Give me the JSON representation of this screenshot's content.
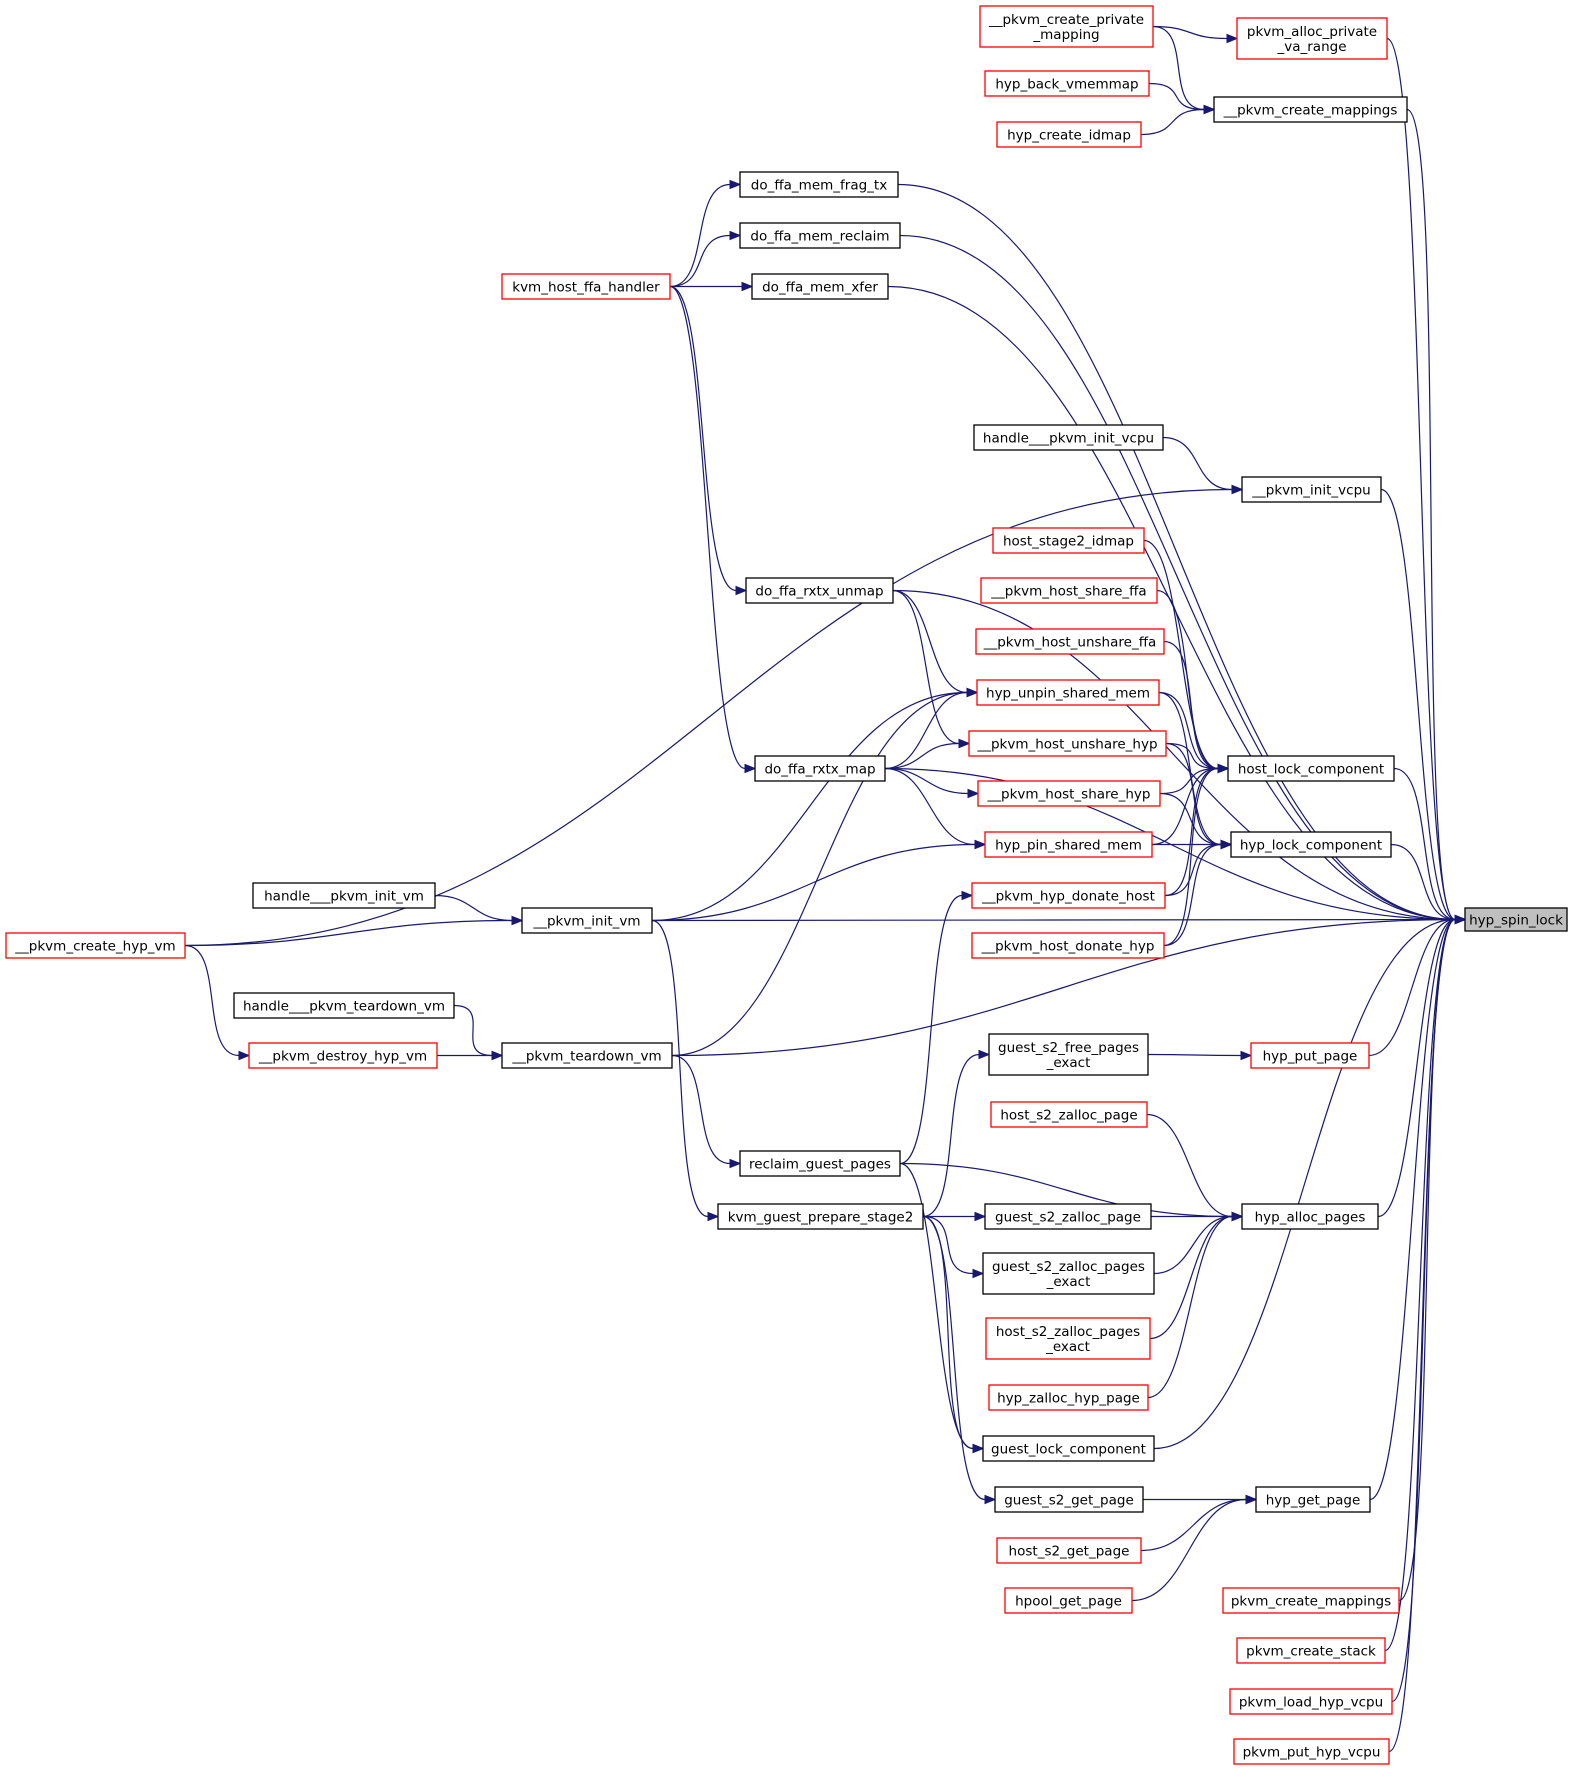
{
  "root": "hyp_spin_lock",
  "colors": {
    "edge": "#191970",
    "red_border": "#ff0000",
    "black_border": "#000000",
    "root_fill": "#bfbfbf"
  },
  "nodes": [
    {
      "id": "hyp_spin_lock",
      "lines": [
        "hyp_spin_lock"
      ],
      "style": "gray"
    },
    {
      "id": "pkvm_alloc_private_va_range",
      "lines": [
        "pkvm_alloc_private",
        "_va_range"
      ],
      "style": "red"
    },
    {
      "id": "__pkvm_create_private_mapping",
      "lines": [
        "__pkvm_create_private",
        "_mapping"
      ],
      "style": "red"
    },
    {
      "id": "__pkvm_create_mappings",
      "lines": [
        "__pkvm_create_mappings"
      ],
      "style": "black"
    },
    {
      "id": "hyp_back_vmemmap",
      "lines": [
        "hyp_back_vmemmap"
      ],
      "style": "red"
    },
    {
      "id": "hyp_create_idmap",
      "lines": [
        "hyp_create_idmap"
      ],
      "style": "red"
    },
    {
      "id": "do_ffa_mem_frag_tx",
      "lines": [
        "do_ffa_mem_frag_tx"
      ],
      "style": "black"
    },
    {
      "id": "do_ffa_mem_reclaim",
      "lines": [
        "do_ffa_mem_reclaim"
      ],
      "style": "black"
    },
    {
      "id": "do_ffa_mem_xfer",
      "lines": [
        "do_ffa_mem_xfer"
      ],
      "style": "black"
    },
    {
      "id": "kvm_host_ffa_handler",
      "lines": [
        "kvm_host_ffa_handler"
      ],
      "style": "red"
    },
    {
      "id": "handle___pkvm_init_vcpu",
      "lines": [
        "handle___pkvm_init_vcpu"
      ],
      "style": "black"
    },
    {
      "id": "__pkvm_init_vcpu",
      "lines": [
        "__pkvm_init_vcpu"
      ],
      "style": "black"
    },
    {
      "id": "host_stage2_idmap",
      "lines": [
        "host_stage2_idmap"
      ],
      "style": "red"
    },
    {
      "id": "do_ffa_rxtx_unmap",
      "lines": [
        "do_ffa_rxtx_unmap"
      ],
      "style": "black"
    },
    {
      "id": "__pkvm_host_share_ffa",
      "lines": [
        "__pkvm_host_share_ffa"
      ],
      "style": "red"
    },
    {
      "id": "__pkvm_host_unshare_ffa",
      "lines": [
        "__pkvm_host_unshare_ffa"
      ],
      "style": "red"
    },
    {
      "id": "hyp_unpin_shared_mem",
      "lines": [
        "hyp_unpin_shared_mem"
      ],
      "style": "red"
    },
    {
      "id": "__pkvm_host_unshare_hyp",
      "lines": [
        "__pkvm_host_unshare_hyp"
      ],
      "style": "red"
    },
    {
      "id": "do_ffa_rxtx_map",
      "lines": [
        "do_ffa_rxtx_map"
      ],
      "style": "black"
    },
    {
      "id": "host_lock_component",
      "lines": [
        "host_lock_component"
      ],
      "style": "black"
    },
    {
      "id": "__pkvm_host_share_hyp",
      "lines": [
        "__pkvm_host_share_hyp"
      ],
      "style": "red"
    },
    {
      "id": "hyp_pin_shared_mem",
      "lines": [
        "hyp_pin_shared_mem"
      ],
      "style": "red"
    },
    {
      "id": "hyp_lock_component",
      "lines": [
        "hyp_lock_component"
      ],
      "style": "black"
    },
    {
      "id": "handle___pkvm_init_vm",
      "lines": [
        "handle___pkvm_init_vm"
      ],
      "style": "black"
    },
    {
      "id": "__pkvm_hyp_donate_host",
      "lines": [
        "__pkvm_hyp_donate_host"
      ],
      "style": "red"
    },
    {
      "id": "__pkvm_init_vm",
      "lines": [
        "__pkvm_init_vm"
      ],
      "style": "black"
    },
    {
      "id": "__pkvm_create_hyp_vm",
      "lines": [
        "__pkvm_create_hyp_vm"
      ],
      "style": "red"
    },
    {
      "id": "__pkvm_host_donate_hyp",
      "lines": [
        "__pkvm_host_donate_hyp"
      ],
      "style": "red"
    },
    {
      "id": "handle___pkvm_teardown_vm",
      "lines": [
        "handle___pkvm_teardown_vm"
      ],
      "style": "black"
    },
    {
      "id": "guest_s2_free_pages_exact",
      "lines": [
        "guest_s2_free_pages",
        "_exact"
      ],
      "style": "black"
    },
    {
      "id": "hyp_put_page",
      "lines": [
        "hyp_put_page"
      ],
      "style": "red"
    },
    {
      "id": "__pkvm_destroy_hyp_vm",
      "lines": [
        "__pkvm_destroy_hyp_vm"
      ],
      "style": "red"
    },
    {
      "id": "__pkvm_teardown_vm",
      "lines": [
        "__pkvm_teardown_vm"
      ],
      "style": "black"
    },
    {
      "id": "host_s2_zalloc_page",
      "lines": [
        "host_s2_zalloc_page"
      ],
      "style": "red"
    },
    {
      "id": "reclaim_guest_pages",
      "lines": [
        "reclaim_guest_pages"
      ],
      "style": "black"
    },
    {
      "id": "kvm_guest_prepare_stage2",
      "lines": [
        "kvm_guest_prepare_stage2"
      ],
      "style": "black"
    },
    {
      "id": "guest_s2_zalloc_page",
      "lines": [
        "guest_s2_zalloc_page"
      ],
      "style": "black"
    },
    {
      "id": "hyp_alloc_pages",
      "lines": [
        "hyp_alloc_pages"
      ],
      "style": "black"
    },
    {
      "id": "guest_s2_zalloc_pages_exact",
      "lines": [
        "guest_s2_zalloc_pages",
        "_exact"
      ],
      "style": "black"
    },
    {
      "id": "host_s2_zalloc_pages_exact",
      "lines": [
        "host_s2_zalloc_pages",
        "_exact"
      ],
      "style": "red"
    },
    {
      "id": "hyp_zalloc_hyp_page",
      "lines": [
        "hyp_zalloc_hyp_page"
      ],
      "style": "red"
    },
    {
      "id": "guest_lock_component",
      "lines": [
        "guest_lock_component"
      ],
      "style": "black"
    },
    {
      "id": "guest_s2_get_page",
      "lines": [
        "guest_s2_get_page"
      ],
      "style": "black"
    },
    {
      "id": "hyp_get_page",
      "lines": [
        "hyp_get_page"
      ],
      "style": "black"
    },
    {
      "id": "host_s2_get_page",
      "lines": [
        "host_s2_get_page"
      ],
      "style": "red"
    },
    {
      "id": "hpool_get_page",
      "lines": [
        "hpool_get_page"
      ],
      "style": "red"
    },
    {
      "id": "pkvm_create_mappings",
      "lines": [
        "pkvm_create_mappings"
      ],
      "style": "red"
    },
    {
      "id": "pkvm_create_stack",
      "lines": [
        "pkvm_create_stack"
      ],
      "style": "red"
    },
    {
      "id": "pkvm_load_hyp_vcpu",
      "lines": [
        "pkvm_load_hyp_vcpu"
      ],
      "style": "red"
    },
    {
      "id": "pkvm_put_hyp_vcpu",
      "lines": [
        "pkvm_put_hyp_vcpu"
      ],
      "style": "red"
    }
  ],
  "edges": [
    {
      "from": "pkvm_alloc_private_va_range",
      "to": "hyp_spin_lock"
    },
    {
      "from": "__pkvm_create_private_mapping",
      "to": "pkvm_alloc_private_va_range"
    },
    {
      "from": "__pkvm_create_mappings",
      "to": "hyp_spin_lock"
    },
    {
      "from": "__pkvm_create_private_mapping",
      "to": "__pkvm_create_mappings"
    },
    {
      "from": "hyp_back_vmemmap",
      "to": "__pkvm_create_mappings"
    },
    {
      "from": "hyp_create_idmap",
      "to": "__pkvm_create_mappings"
    },
    {
      "from": "do_ffa_mem_frag_tx",
      "to": "hyp_spin_lock"
    },
    {
      "from": "do_ffa_mem_reclaim",
      "to": "hyp_spin_lock"
    },
    {
      "from": "do_ffa_mem_xfer",
      "to": "hyp_spin_lock"
    },
    {
      "from": "kvm_host_ffa_handler",
      "to": "do_ffa_mem_frag_tx"
    },
    {
      "from": "kvm_host_ffa_handler",
      "to": "do_ffa_mem_reclaim"
    },
    {
      "from": "kvm_host_ffa_handler",
      "to": "do_ffa_mem_xfer"
    },
    {
      "from": "kvm_host_ffa_handler",
      "to": "do_ffa_rxtx_unmap"
    },
    {
      "from": "kvm_host_ffa_handler",
      "to": "do_ffa_rxtx_map"
    },
    {
      "from": "do_ffa_rxtx_unmap",
      "to": "hyp_spin_lock"
    },
    {
      "from": "do_ffa_rxtx_map",
      "to": "hyp_spin_lock"
    },
    {
      "from": "handle___pkvm_init_vcpu",
      "to": "__pkvm_init_vcpu"
    },
    {
      "from": "__pkvm_create_hyp_vm",
      "to": "__pkvm_init_vcpu"
    },
    {
      "from": "__pkvm_init_vcpu",
      "to": "hyp_spin_lock"
    },
    {
      "from": "host_lock_component",
      "to": "hyp_spin_lock"
    },
    {
      "from": "hyp_lock_component",
      "to": "hyp_spin_lock"
    },
    {
      "from": "host_stage2_idmap",
      "to": "host_lock_component"
    },
    {
      "from": "__pkvm_host_share_ffa",
      "to": "host_lock_component"
    },
    {
      "from": "__pkvm_host_unshare_ffa",
      "to": "host_lock_component"
    },
    {
      "from": "hyp_unpin_shared_mem",
      "to": "host_lock_component"
    },
    {
      "from": "__pkvm_host_unshare_hyp",
      "to": "host_lock_component"
    },
    {
      "from": "__pkvm_host_share_hyp",
      "to": "host_lock_component"
    },
    {
      "from": "hyp_pin_shared_mem",
      "to": "host_lock_component"
    },
    {
      "from": "__pkvm_hyp_donate_host",
      "to": "host_lock_component"
    },
    {
      "from": "__pkvm_host_donate_hyp",
      "to": "host_lock_component"
    },
    {
      "from": "hyp_unpin_shared_mem",
      "to": "hyp_lock_component"
    },
    {
      "from": "__pkvm_host_unshare_hyp",
      "to": "hyp_lock_component"
    },
    {
      "from": "__pkvm_host_share_hyp",
      "to": "hyp_lock_component"
    },
    {
      "from": "hyp_pin_shared_mem",
      "to": "hyp_lock_component"
    },
    {
      "from": "__pkvm_hyp_donate_host",
      "to": "hyp_lock_component"
    },
    {
      "from": "__pkvm_host_donate_hyp",
      "to": "hyp_lock_component"
    },
    {
      "from": "do_ffa_rxtx_unmap",
      "to": "hyp_unpin_shared_mem"
    },
    {
      "from": "do_ffa_rxtx_unmap",
      "to": "__pkvm_host_unshare_hyp"
    },
    {
      "from": "do_ffa_rxtx_map",
      "to": "hyp_unpin_shared_mem"
    },
    {
      "from": "do_ffa_rxtx_map",
      "to": "__pkvm_host_unshare_hyp"
    },
    {
      "from": "do_ffa_rxtx_map",
      "to": "__pkvm_host_share_hyp"
    },
    {
      "from": "do_ffa_rxtx_map",
      "to": "hyp_pin_shared_mem"
    },
    {
      "from": "__pkvm_init_vm",
      "to": "hyp_unpin_shared_mem"
    },
    {
      "from": "__pkvm_teardown_vm",
      "to": "hyp_unpin_shared_mem"
    },
    {
      "from": "__pkvm_init_vm",
      "to": "hyp_pin_shared_mem"
    },
    {
      "from": "__pkvm_init_vm",
      "to": "hyp_spin_lock"
    },
    {
      "from": "handle___pkvm_init_vm",
      "to": "__pkvm_init_vm"
    },
    {
      "from": "__pkvm_create_hyp_vm",
      "to": "__pkvm_init_vm"
    },
    {
      "from": "reclaim_guest_pages",
      "to": "__pkvm_hyp_donate_host"
    },
    {
      "from": "handle___pkvm_teardown_vm",
      "to": "__pkvm_teardown_vm"
    },
    {
      "from": "__pkvm_destroy_hyp_vm",
      "to": "__pkvm_teardown_vm"
    },
    {
      "from": "__pkvm_create_hyp_vm",
      "to": "__pkvm_destroy_hyp_vm"
    },
    {
      "from": "__pkvm_teardown_vm",
      "to": "reclaim_guest_pages"
    },
    {
      "from": "__pkvm_teardown_vm",
      "to": "hyp_spin_lock"
    },
    {
      "from": "__pkvm_init_vm",
      "to": "kvm_guest_prepare_stage2"
    },
    {
      "from": "kvm_guest_prepare_stage2",
      "to": "guest_s2_free_pages_exact"
    },
    {
      "from": "guest_s2_free_pages_exact",
      "to": "hyp_put_page"
    },
    {
      "from": "hyp_put_page",
      "to": "hyp_spin_lock"
    },
    {
      "from": "hyp_alloc_pages",
      "to": "hyp_spin_lock"
    },
    {
      "from": "host_s2_zalloc_page",
      "to": "hyp_alloc_pages"
    },
    {
      "from": "reclaim_guest_pages",
      "to": "hyp_alloc_pages"
    },
    {
      "from": "guest_s2_zalloc_page",
      "to": "hyp_alloc_pages"
    },
    {
      "from": "guest_s2_zalloc_pages_exact",
      "to": "hyp_alloc_pages"
    },
    {
      "from": "host_s2_zalloc_pages_exact",
      "to": "hyp_alloc_pages"
    },
    {
      "from": "hyp_zalloc_hyp_page",
      "to": "hyp_alloc_pages"
    },
    {
      "from": "kvm_guest_prepare_stage2",
      "to": "guest_s2_zalloc_page"
    },
    {
      "from": "kvm_guest_prepare_stage2",
      "to": "guest_s2_zalloc_pages_exact"
    },
    {
      "from": "kvm_guest_prepare_stage2",
      "to": "guest_lock_component"
    },
    {
      "from": "reclaim_guest_pages",
      "to": "guest_lock_component"
    },
    {
      "from": "kvm_guest_prepare_stage2",
      "to": "guest_s2_get_page"
    },
    {
      "from": "guest_lock_component",
      "to": "hyp_spin_lock"
    },
    {
      "from": "guest_s2_get_page",
      "to": "hyp_get_page"
    },
    {
      "from": "host_s2_get_page",
      "to": "hyp_get_page"
    },
    {
      "from": "hpool_get_page",
      "to": "hyp_get_page"
    },
    {
      "from": "hyp_get_page",
      "to": "hyp_spin_lock"
    },
    {
      "from": "pkvm_create_mappings",
      "to": "hyp_spin_lock"
    },
    {
      "from": "pkvm_create_stack",
      "to": "hyp_spin_lock"
    },
    {
      "from": "pkvm_load_hyp_vcpu",
      "to": "hyp_spin_lock"
    },
    {
      "from": "pkvm_put_hyp_vcpu",
      "to": "hyp_spin_lock"
    }
  ]
}
